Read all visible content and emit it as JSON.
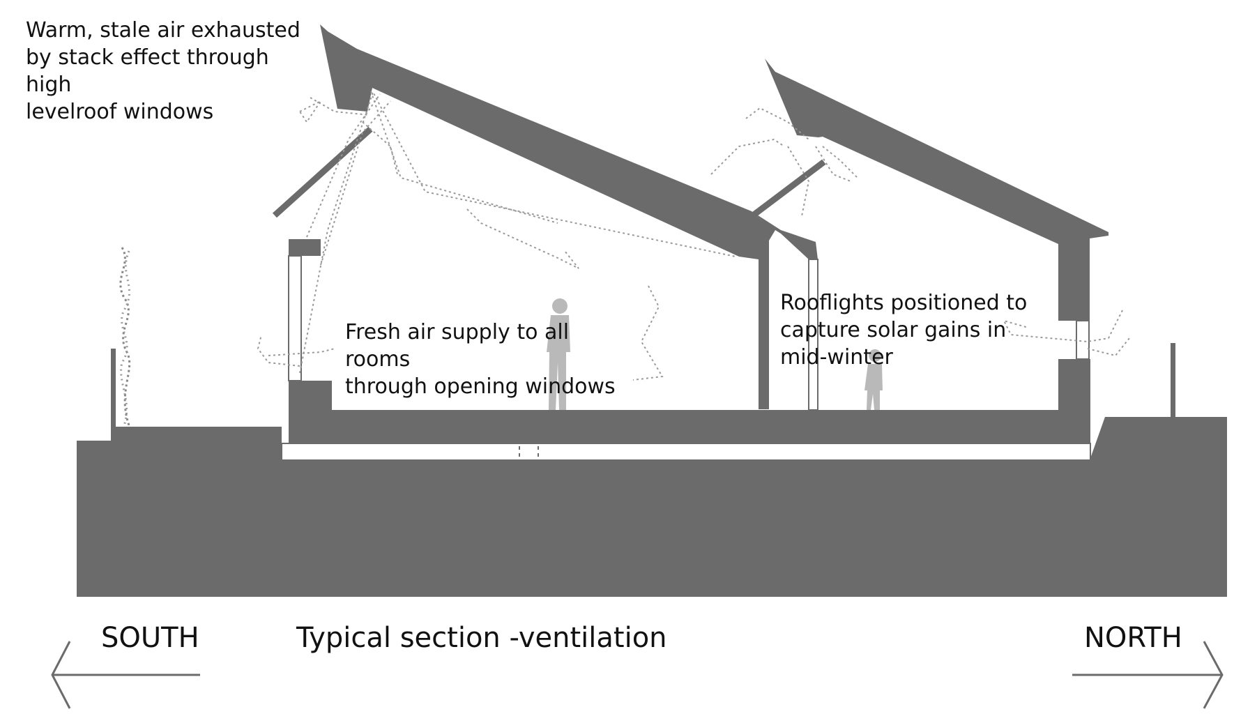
{
  "annotations": {
    "stack_effect": "Warm, stale air exhausted\nby stack effect through high\nlevelroof windows",
    "fresh_air": "Fresh air supply to all rooms\nthrough opening windows",
    "rooflights": "Rooflights positioned to\ncapture solar gains in\nmid-winter"
  },
  "footer": {
    "title": "Typical section -ventilation",
    "south_label": "SOUTH",
    "north_label": "NORTH"
  },
  "colors": {
    "structure": "#6b6b6b",
    "airflow": "#9a9a9a",
    "figure": "#b9b9b9",
    "text": "#111111"
  }
}
